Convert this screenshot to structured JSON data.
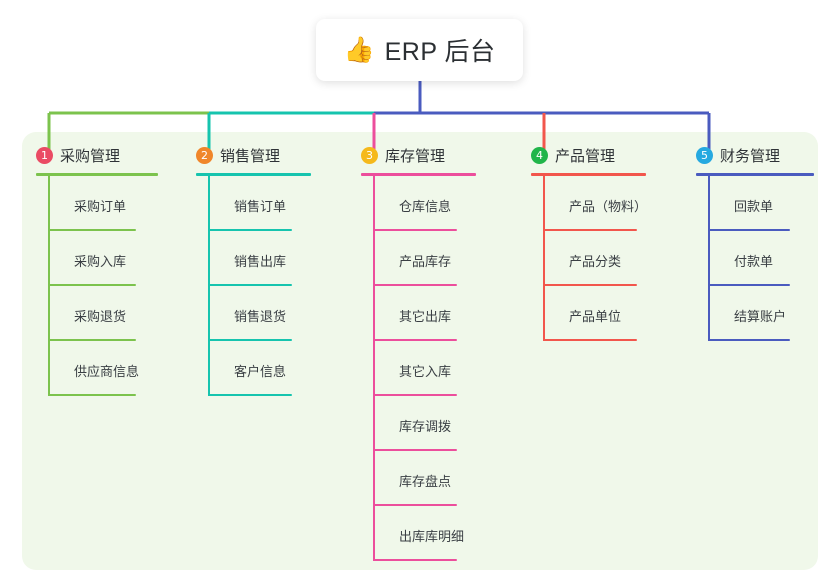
{
  "root": {
    "icon": "thumbs-up-emoji",
    "emoji": "👍",
    "title": "ERP 后台"
  },
  "theme": {
    "panel_background": "#f0f8ea",
    "card_background": "#ffffff",
    "text_color": "#2f3337",
    "root_stem_color": "#4a5bbf"
  },
  "columns": [
    {
      "number": "1",
      "title": "采购管理",
      "badge_color": "#ea4b64",
      "line_color": "#7cc34d",
      "items": [
        {
          "label": "采购订单"
        },
        {
          "label": "采购入库"
        },
        {
          "label": "采购退货"
        },
        {
          "label": "供应商信息"
        }
      ]
    },
    {
      "number": "2",
      "title": "销售管理",
      "badge_color": "#f0862a",
      "line_color": "#16c4ae",
      "items": [
        {
          "label": "销售订单"
        },
        {
          "label": "销售出库"
        },
        {
          "label": "销售退货"
        },
        {
          "label": "客户信息"
        }
      ]
    },
    {
      "number": "3",
      "title": "库存管理",
      "badge_color": "#f5b91b",
      "line_color": "#ec4e9c",
      "items": [
        {
          "label": "仓库信息"
        },
        {
          "label": "产品库存"
        },
        {
          "label": "其它出库"
        },
        {
          "label": "其它入库"
        },
        {
          "label": "库存调拨"
        },
        {
          "label": "库存盘点"
        },
        {
          "label": "出库库明细"
        }
      ]
    },
    {
      "number": "4",
      "title": "产品管理",
      "badge_color": "#21b54a",
      "line_color": "#f2564c",
      "items": [
        {
          "label": "产品（物料）"
        },
        {
          "label": "产品分类"
        },
        {
          "label": "产品单位"
        }
      ]
    },
    {
      "number": "5",
      "title": "财务管理",
      "badge_color": "#26a9e0",
      "line_color": "#4a5bbf",
      "items": [
        {
          "label": "回款单"
        },
        {
          "label": "付款单"
        },
        {
          "label": "结算账户"
        }
      ]
    }
  ]
}
